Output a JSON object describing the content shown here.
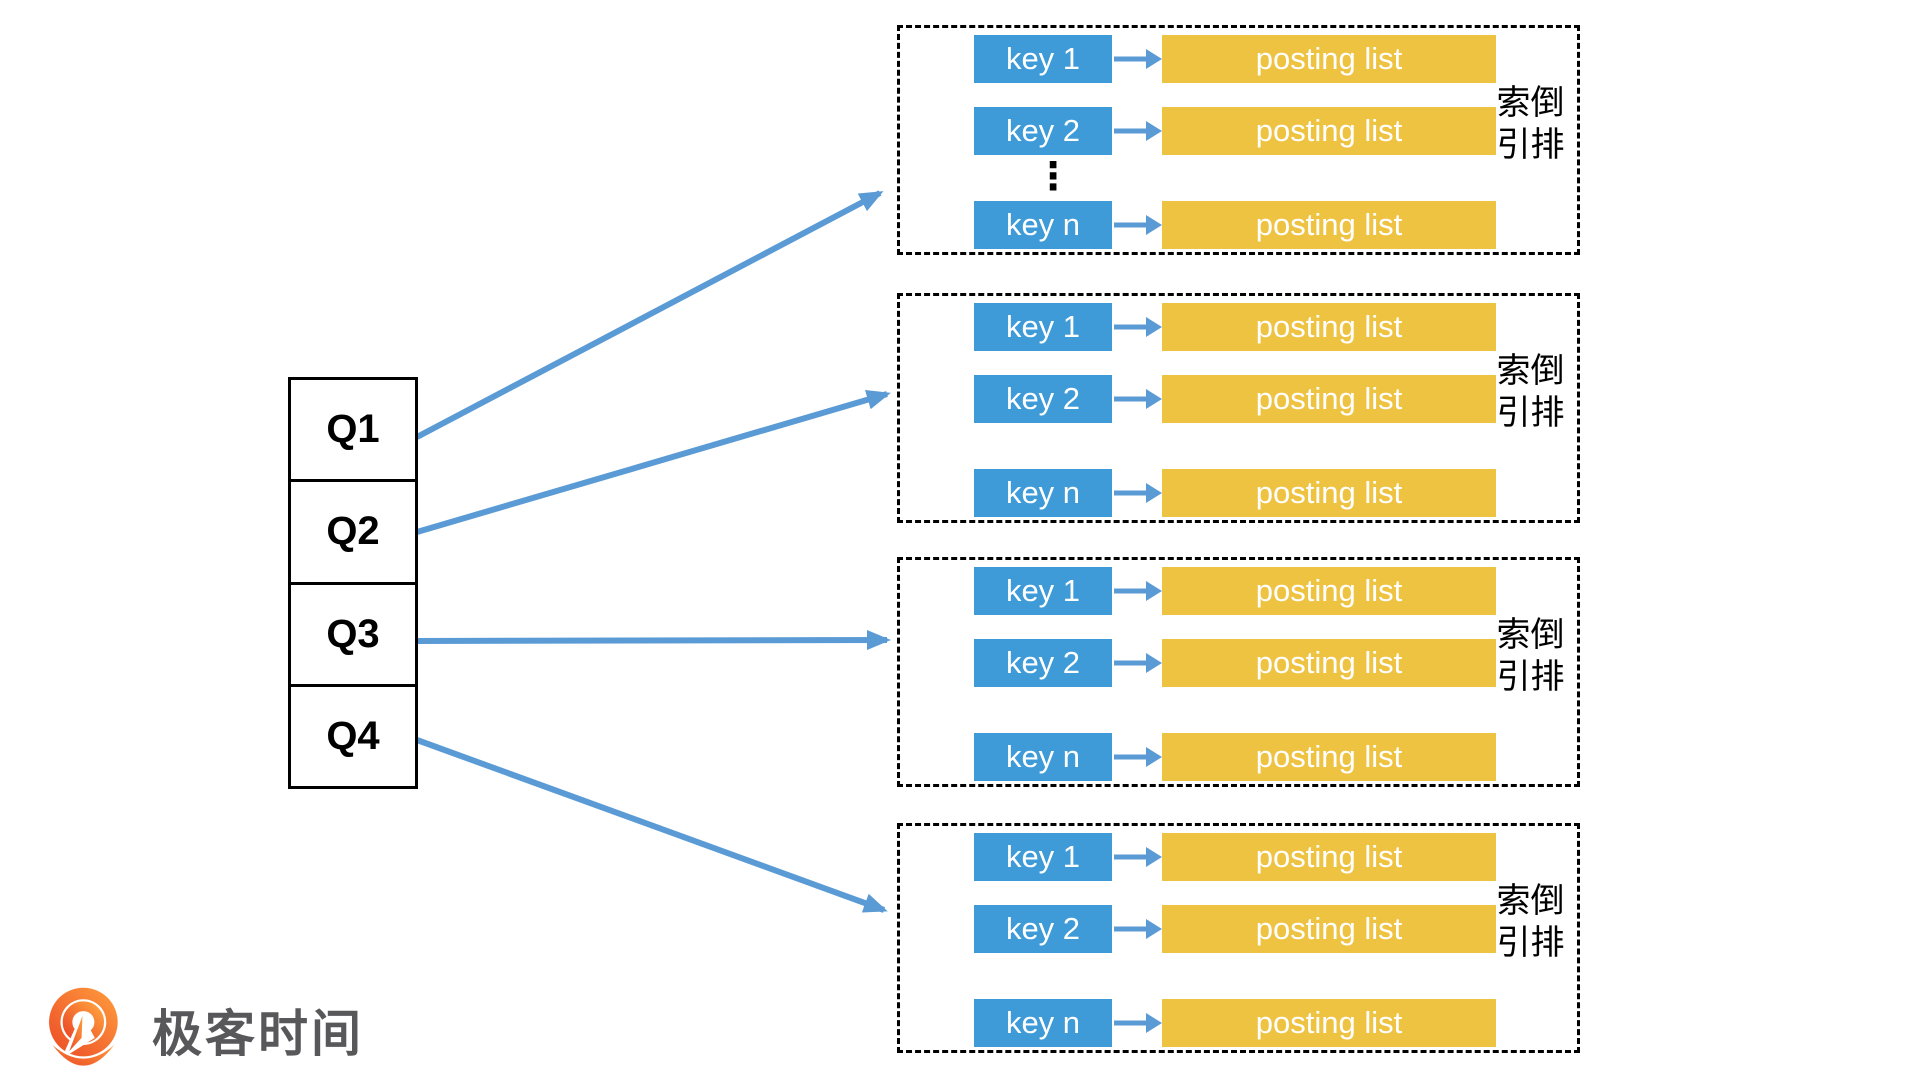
{
  "queries": [
    {
      "label": "Q1"
    },
    {
      "label": "Q2"
    },
    {
      "label": "Q3"
    },
    {
      "label": "Q4"
    }
  ],
  "index_groups": [
    {
      "label": "倒排索引",
      "ellipsis": "⋮",
      "rows": [
        {
          "key": "key 1",
          "value": "posting list"
        },
        {
          "key": "key 2",
          "value": "posting list"
        },
        {
          "key": "key n",
          "value": "posting list"
        }
      ]
    },
    {
      "label": "倒排索引",
      "rows": [
        {
          "key": "key 1",
          "value": "posting list"
        },
        {
          "key": "key 2",
          "value": "posting list"
        },
        {
          "key": "key n",
          "value": "posting list"
        }
      ]
    },
    {
      "label": "倒排索引",
      "rows": [
        {
          "key": "key 1",
          "value": "posting list"
        },
        {
          "key": "key 2",
          "value": "posting list"
        },
        {
          "key": "key n",
          "value": "posting list"
        }
      ]
    },
    {
      "label": "倒排索引",
      "rows": [
        {
          "key": "key 1",
          "value": "posting list"
        },
        {
          "key": "key 2",
          "value": "posting list"
        },
        {
          "key": "key n",
          "value": "posting list"
        }
      ]
    }
  ],
  "logo": {
    "text": "极客时间",
    "icon": "geektime-pin-icon"
  },
  "colors": {
    "key_box": "#3E9BD8",
    "posting_box": "#EFC342",
    "arrow": "#5B9BD5",
    "border": "#000000",
    "logo_text": "#58585A",
    "logo_orange_light": "#FF9E3D",
    "logo_orange_dark": "#EC4A26"
  }
}
